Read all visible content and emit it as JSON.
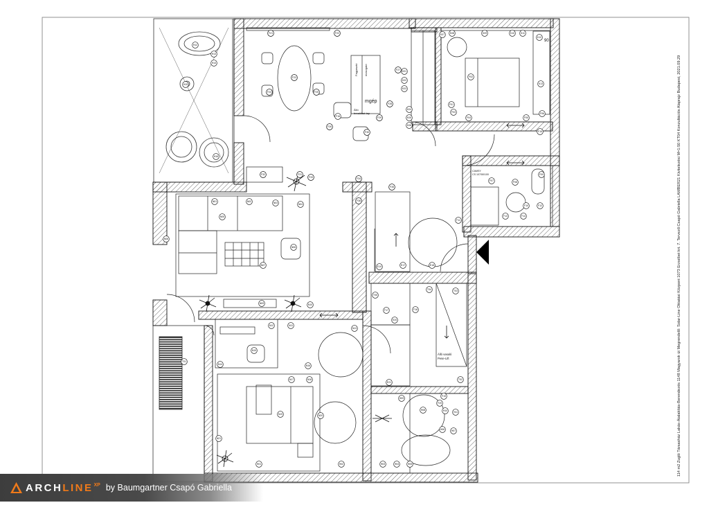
{
  "sheet": {
    "title_block": "114 m2 Zugló Társasház Lakás-Átalakítás-Berendezés 1148 Magyarok út Megrendelő: Solar-Line Oktatási Központ 1073 Erzsébet krt. 7. Tervező:Csapó Gabriella LAMBER21 Kivitelezési M=1:50 KT04 Konzultációs Alaprajz Budapest, 2021.09.29"
  },
  "branding": {
    "brand_prefix": "ARCH",
    "brand_mid": "LINE",
    "brand_suffix": "XP",
    "credit": "by Baumgartner Csapó Gabriella"
  },
  "plan": {
    "wall_color": "#111111",
    "hatch_color": "#444444",
    "furniture_color": "#333333",
    "entrance_marker_color": "#000000",
    "labels": {
      "kitchen_appliance_top": "Fagyasztó",
      "kitchen_appliance_mid": "mosogató",
      "kitchen_module": "mgép",
      "kitchen_breakfast_1": "Álló",
      "kitchen_breakfast_2": "breakfast tap",
      "wardrobe_1": "Álló vasaló",
      "wardrobe_2": "Pese-Lift",
      "bath_storage_1": "CAMSY",
      "bath_storage_2": "CS 107/50/100",
      "bed_size": "90"
    },
    "tags": [
      "E01",
      "E02",
      "E03",
      "E04",
      "E05",
      "E06",
      "E07",
      "E08",
      "E09",
      "E10",
      "E11",
      "E12",
      "E13",
      "E14",
      "E15",
      "E16",
      "E17",
      "E18",
      "E19",
      "E20",
      "E21",
      "N01",
      "N02",
      "N03",
      "N04",
      "N05",
      "N06",
      "N07",
      "N08",
      "N09",
      "N10",
      "N11",
      "N12",
      "N13",
      "N14",
      "N15",
      "N16",
      "N17",
      "N18",
      "N19",
      "N20",
      "N21",
      "H01",
      "H02",
      "H03",
      "H04",
      "H05",
      "H06",
      "H07",
      "H08",
      "H09",
      "H10",
      "H11",
      "H12",
      "H13",
      "H14",
      "H15",
      "H16",
      "T01",
      "T02",
      "T03",
      "T04",
      "T05",
      "K01",
      "K02",
      "K03",
      "K04",
      "K05",
      "K06",
      "K07",
      "K08",
      "K09",
      "K10",
      "K11",
      "K12",
      "K13",
      "F01",
      "F02",
      "F03",
      "F04",
      "F05",
      "F06",
      "F07",
      "F08",
      "F09",
      "F10",
      "F11",
      "F12",
      "F13",
      "F14",
      "F15",
      "F16",
      "F17",
      "F18",
      "F19",
      "F20",
      "F21",
      "F22",
      "F23",
      "F24",
      "F25",
      "F26",
      "F27",
      "F28",
      "F29",
      "F30",
      "F31",
      "F32",
      "F33",
      "F34",
      "F35",
      "F36"
    ]
  }
}
